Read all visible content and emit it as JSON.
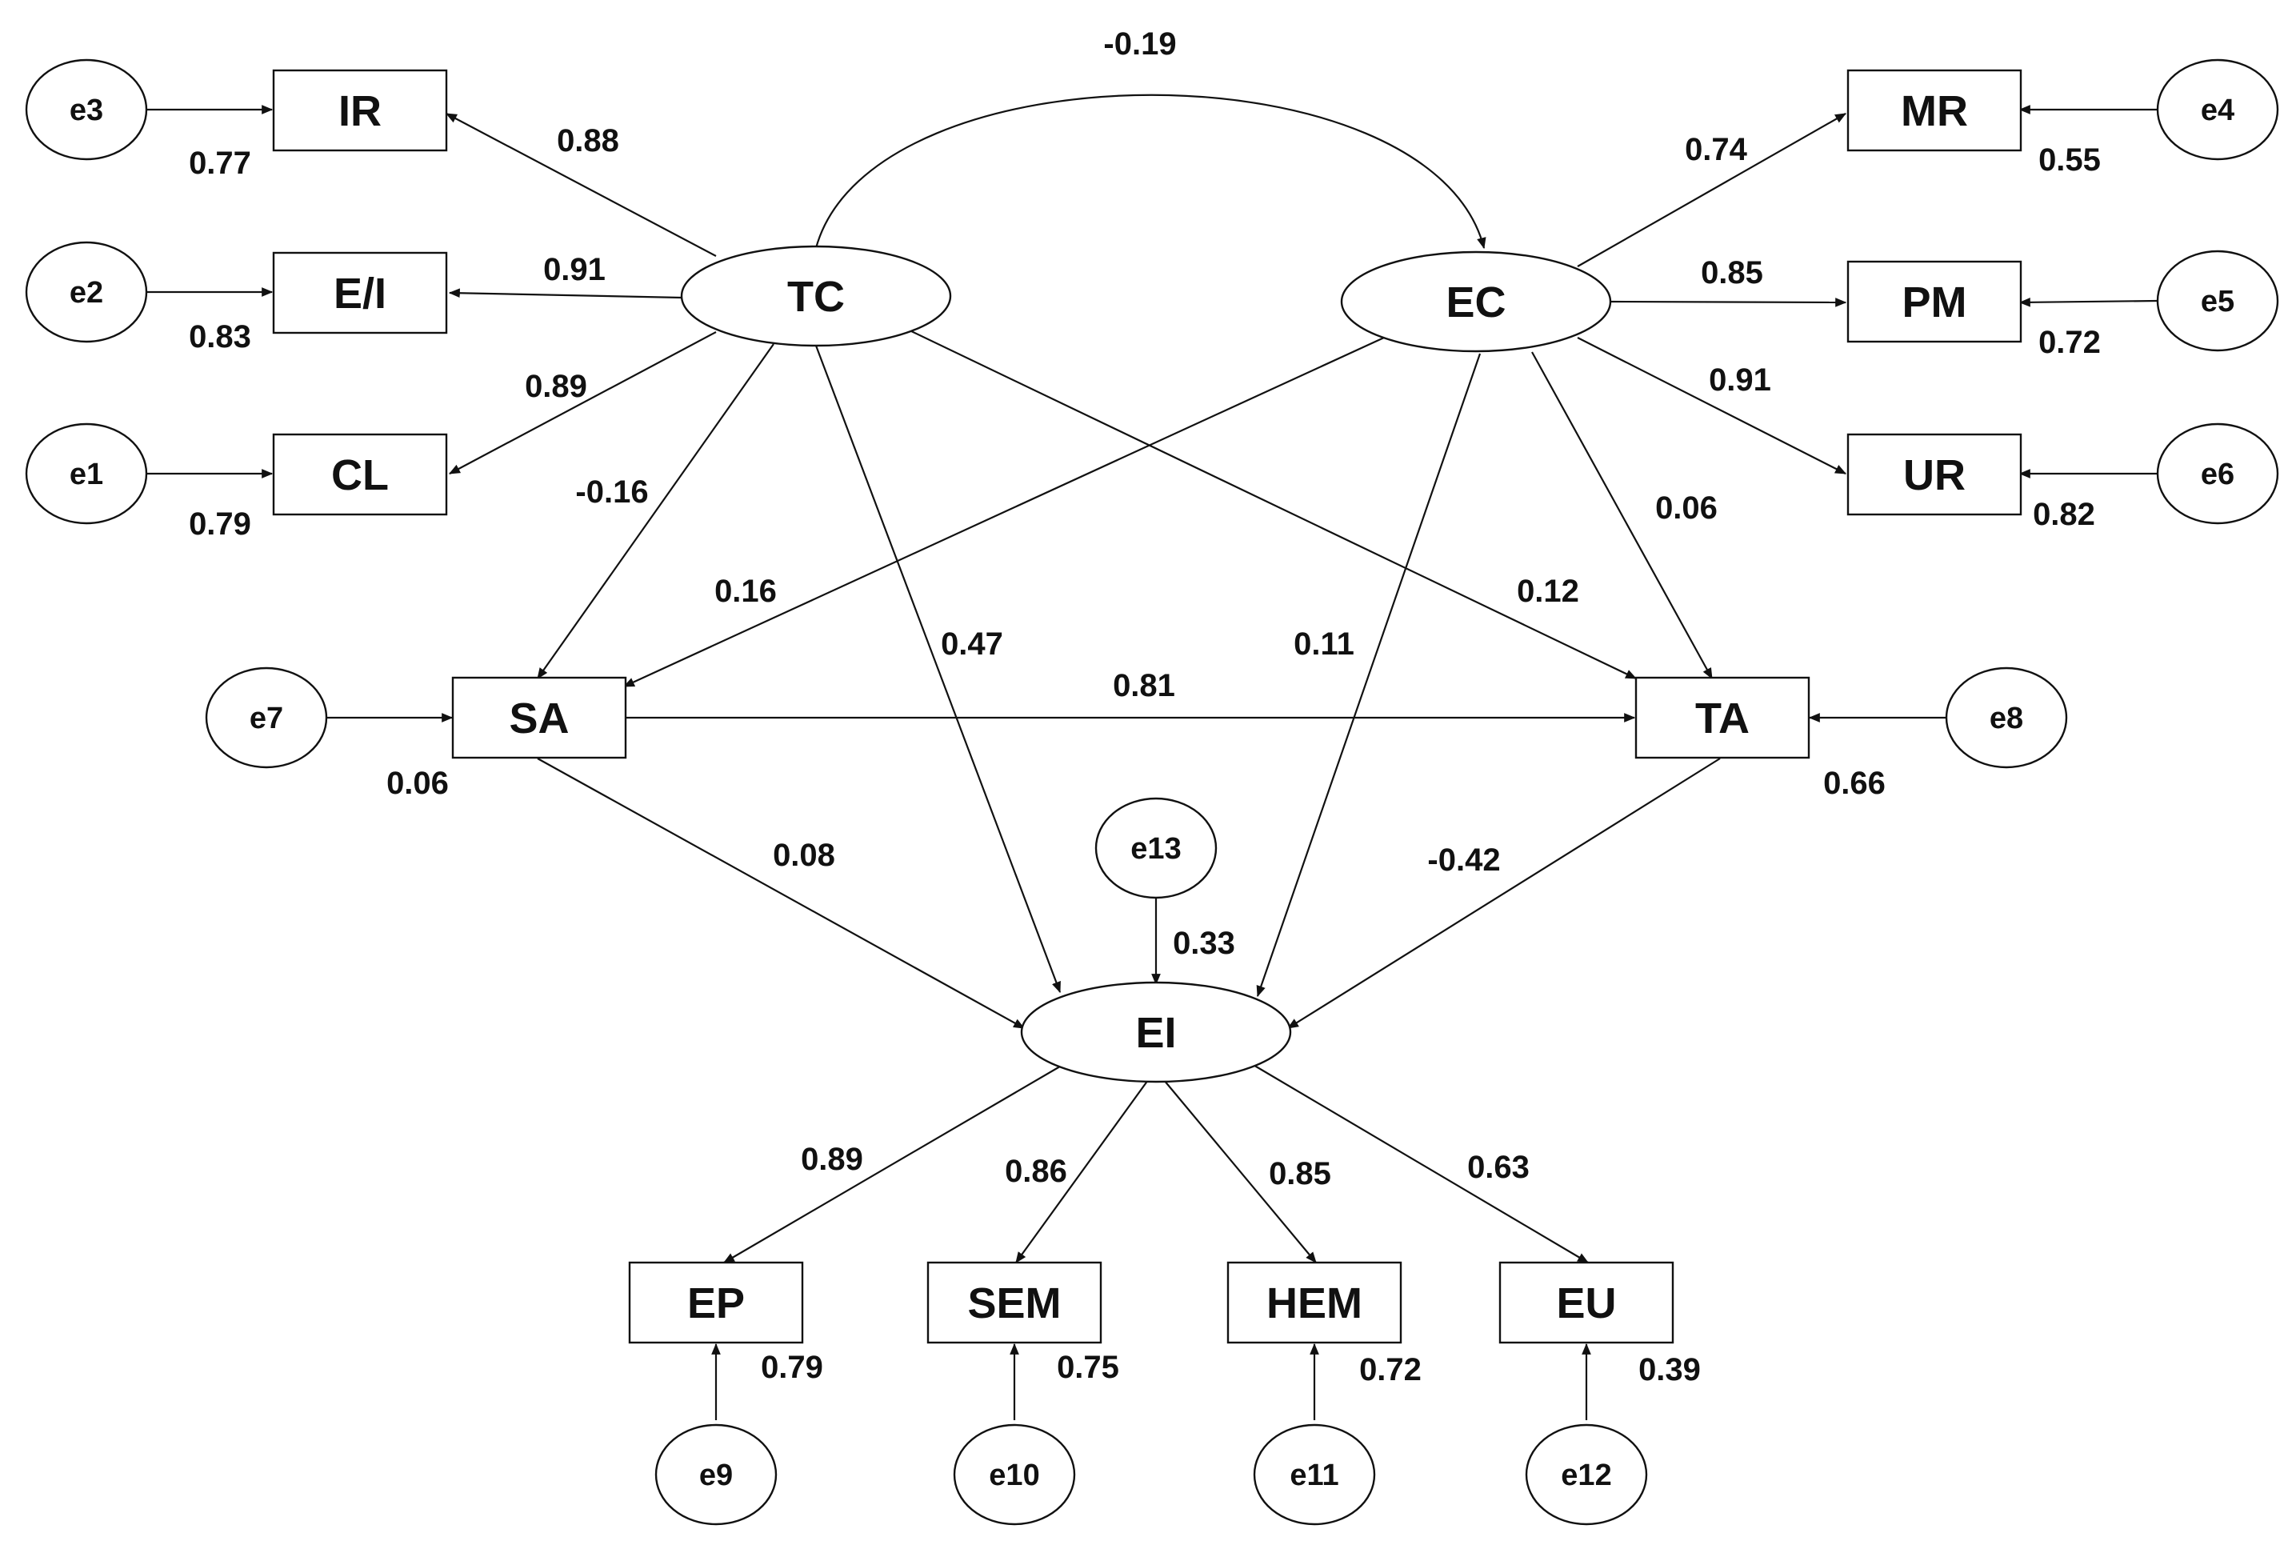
{
  "diagram": {
    "latent": [
      {
        "id": "TC",
        "label": "TC"
      },
      {
        "id": "EC",
        "label": "EC"
      },
      {
        "id": "EI",
        "label": "EI"
      }
    ],
    "observed": [
      {
        "id": "IR",
        "label": "IR"
      },
      {
        "id": "EI_",
        "label": "E/I"
      },
      {
        "id": "CL",
        "label": "CL"
      },
      {
        "id": "MR",
        "label": "MR"
      },
      {
        "id": "PM",
        "label": "PM"
      },
      {
        "id": "UR",
        "label": "UR"
      },
      {
        "id": "SA",
        "label": "SA"
      },
      {
        "id": "TA",
        "label": "TA"
      },
      {
        "id": "EP",
        "label": "EP"
      },
      {
        "id": "SEM",
        "label": "SEM"
      },
      {
        "id": "HEM",
        "label": "HEM"
      },
      {
        "id": "EU",
        "label": "EU"
      }
    ],
    "errors": [
      {
        "id": "e3",
        "label": "e3",
        "target": "IR",
        "value": "0.77"
      },
      {
        "id": "e2",
        "label": "e2",
        "target": "E/I",
        "value": "0.83"
      },
      {
        "id": "e1",
        "label": "e1",
        "target": "CL",
        "value": "0.79"
      },
      {
        "id": "e4",
        "label": "e4",
        "target": "MR",
        "value": "0.55"
      },
      {
        "id": "e5",
        "label": "e5",
        "target": "PM",
        "value": "0.72"
      },
      {
        "id": "e6",
        "label": "e6",
        "target": "UR",
        "value": "0.82"
      },
      {
        "id": "e7",
        "label": "e7",
        "target": "SA",
        "value": "0.06"
      },
      {
        "id": "e8",
        "label": "e8",
        "target": "TA",
        "value": "0.66"
      },
      {
        "id": "e13",
        "label": "e13",
        "target": "EI",
        "value": "0.33"
      },
      {
        "id": "e9",
        "label": "e9",
        "target": "EP",
        "value": "0.79"
      },
      {
        "id": "e10",
        "label": "e10",
        "target": "SEM",
        "value": "0.75"
      },
      {
        "id": "e11",
        "label": "e11",
        "target": "HEM",
        "value": "0.72"
      },
      {
        "id": "e12",
        "label": "e12",
        "target": "EU",
        "value": "0.39"
      }
    ],
    "paths": [
      {
        "from": "TC",
        "to": "IR",
        "value": "0.88"
      },
      {
        "from": "TC",
        "to": "E/I",
        "value": "0.91"
      },
      {
        "from": "TC",
        "to": "CL",
        "value": "0.89"
      },
      {
        "from": "EC",
        "to": "MR",
        "value": "0.74"
      },
      {
        "from": "EC",
        "to": "PM",
        "value": "0.85"
      },
      {
        "from": "EC",
        "to": "UR",
        "value": "0.91"
      },
      {
        "from": "TC",
        "to": "SA",
        "value": "-0.16"
      },
      {
        "from": "EC",
        "to": "SA",
        "value": "0.16"
      },
      {
        "from": "TC",
        "to": "EI",
        "value": "0.47"
      },
      {
        "from": "EC",
        "to": "EI",
        "value": "0.11"
      },
      {
        "from": "TC",
        "to": "TA",
        "value": "0.12"
      },
      {
        "from": "EC",
        "to": "TA",
        "value": "0.06"
      },
      {
        "from": "SA",
        "to": "TA",
        "value": "0.81"
      },
      {
        "from": "SA",
        "to": "EI",
        "value": "0.08"
      },
      {
        "from": "TA",
        "to": "EI",
        "value": "-0.42"
      },
      {
        "from": "EI",
        "to": "EP",
        "value": "0.89"
      },
      {
        "from": "EI",
        "to": "SEM",
        "value": "0.86"
      },
      {
        "from": "EI",
        "to": "HEM",
        "value": "0.85"
      },
      {
        "from": "EI",
        "to": "EU",
        "value": "0.63"
      }
    ],
    "covariance": {
      "between": [
        "TC",
        "EC"
      ],
      "value": "-0.19"
    }
  }
}
